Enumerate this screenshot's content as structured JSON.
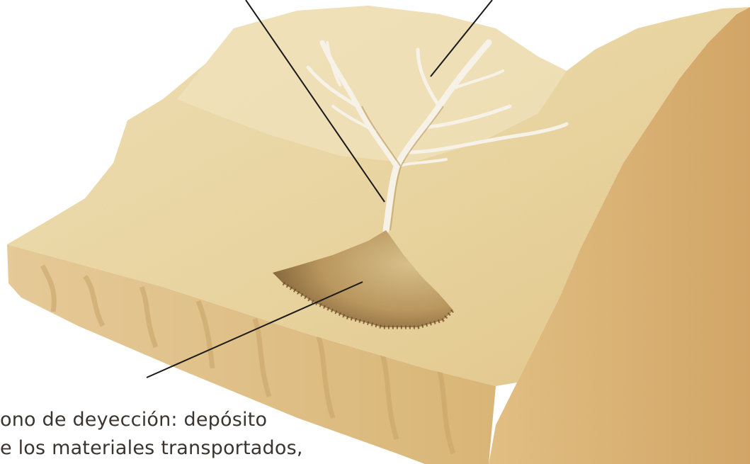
{
  "caption": {
    "line1": "ono de deyección: depósito",
    "line2": "e los materiales transportados,"
  },
  "colors": {
    "terrain_top": "#ead7a6",
    "terrain_light": "#f2e6c4",
    "terrain_shadow": "#cfb172",
    "side_wall": "#dcb77a",
    "side_wall_dark": "#c79a58",
    "river_channel": "#f5f0e6",
    "deposit_fan": "#8a6a3e",
    "leader_line": "#1a1a1a",
    "caption_text": "#3a3530"
  },
  "icons": {
    "terrain_block": "terrain-block-illustration",
    "drainage_network": "river-drainage-network",
    "alluvial_fan": "alluvial-fan-deposit"
  }
}
